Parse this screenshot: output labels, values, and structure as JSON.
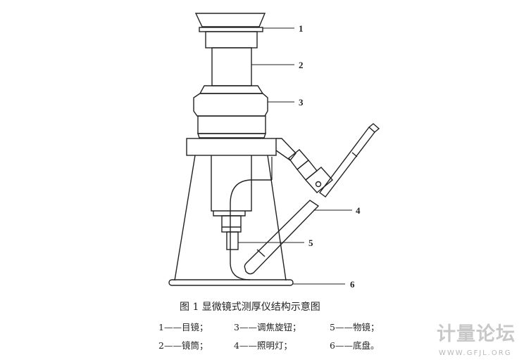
{
  "figure": {
    "callouts": [
      "1",
      "2",
      "3",
      "4",
      "5",
      "6"
    ],
    "caption": "图 1    显微镜式测厚仪结构示意图",
    "legend": [
      "1——目镜；",
      "3——调焦旋钮；",
      "5——物镜；",
      "2——镜筒；",
      "4——照明灯；",
      "6——底盘。"
    ]
  },
  "watermark": {
    "title": "计量论坛",
    "url": "WWW.GFJL.ORG"
  }
}
